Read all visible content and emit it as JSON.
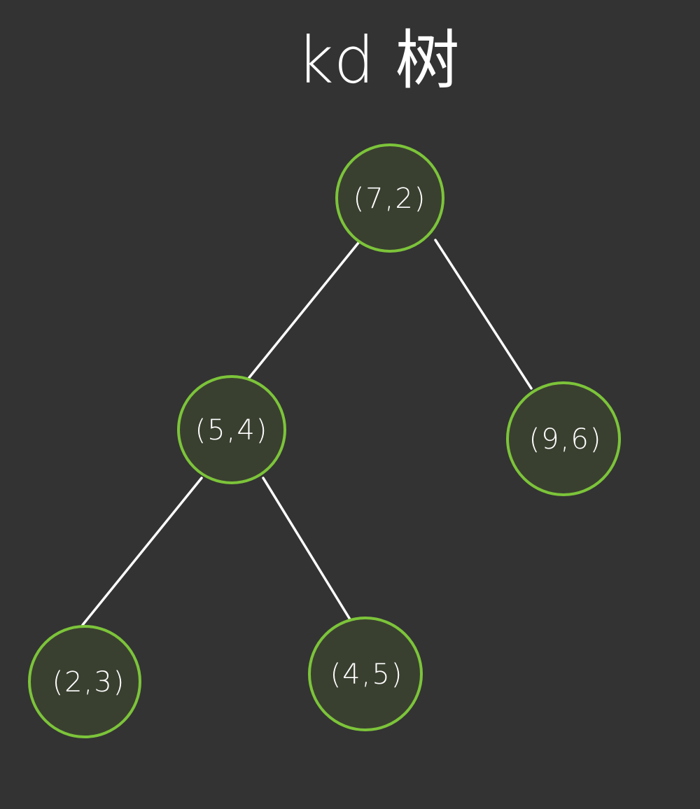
{
  "title": "kd 树",
  "colors": {
    "background": "#333333",
    "node_fill": "#3a4030",
    "node_stroke": "#7cc43a",
    "edge": "#ffffff",
    "text": "#ffffff"
  },
  "nodes": {
    "root": {
      "label": "(7,2)"
    },
    "left": {
      "label": "(5,4)"
    },
    "right": {
      "label": "(9,6)"
    },
    "left_left": {
      "label": "(2,3)"
    },
    "left_right": {
      "label": "(4,5)"
    }
  },
  "edges": [
    {
      "from": "root",
      "to": "left"
    },
    {
      "from": "root",
      "to": "right"
    },
    {
      "from": "left",
      "to": "left_left"
    },
    {
      "from": "left",
      "to": "left_right"
    }
  ]
}
